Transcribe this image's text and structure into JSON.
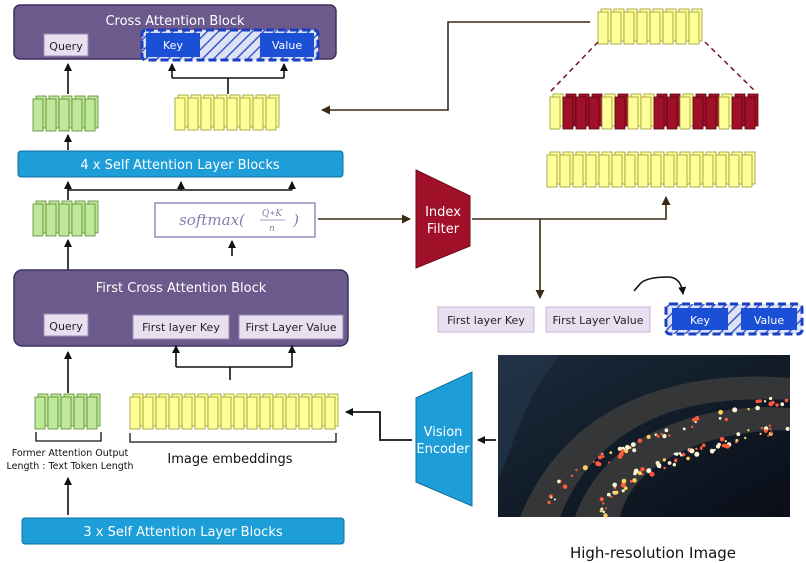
{
  "cross_block": {
    "title": "Cross Attention Block",
    "query": "Query",
    "key": "Key",
    "value": "Value"
  },
  "self_block_top": {
    "label": "4 x Self Attention Layer Blocks"
  },
  "softmax": {
    "fn": "softmax(",
    "num": "Q∗K",
    "den": "n",
    "close": ")"
  },
  "first_block": {
    "title": "First Cross Attention Block",
    "query": "Query",
    "key": "First layer Key",
    "value": "First Layer Value"
  },
  "left_caption": {
    "line1": "Former Attention Output",
    "line2": "Length : Text Token Length"
  },
  "image_embeddings": "Image embeddings",
  "self_block_bottom": {
    "label": "3 x Self Attention Layer Blocks"
  },
  "index_filter": {
    "line1": "Index",
    "line2": "Filter"
  },
  "vision_encoder": {
    "line1": "Vision",
    "line2": "Encoder"
  },
  "right_labels": {
    "key": "First layer Key",
    "value": "First Layer Value",
    "small_key": "Key",
    "small_value": "Value"
  },
  "image_caption": "High-resolution Image",
  "colors": {
    "purple": "#6c5a8c",
    "lilac": "#e8dff0",
    "cyan": "#1e9ed8",
    "blue": "#1a4fd6",
    "darkred": "#a01028",
    "yellow": "#ffff99",
    "green": "#bfe89a"
  }
}
